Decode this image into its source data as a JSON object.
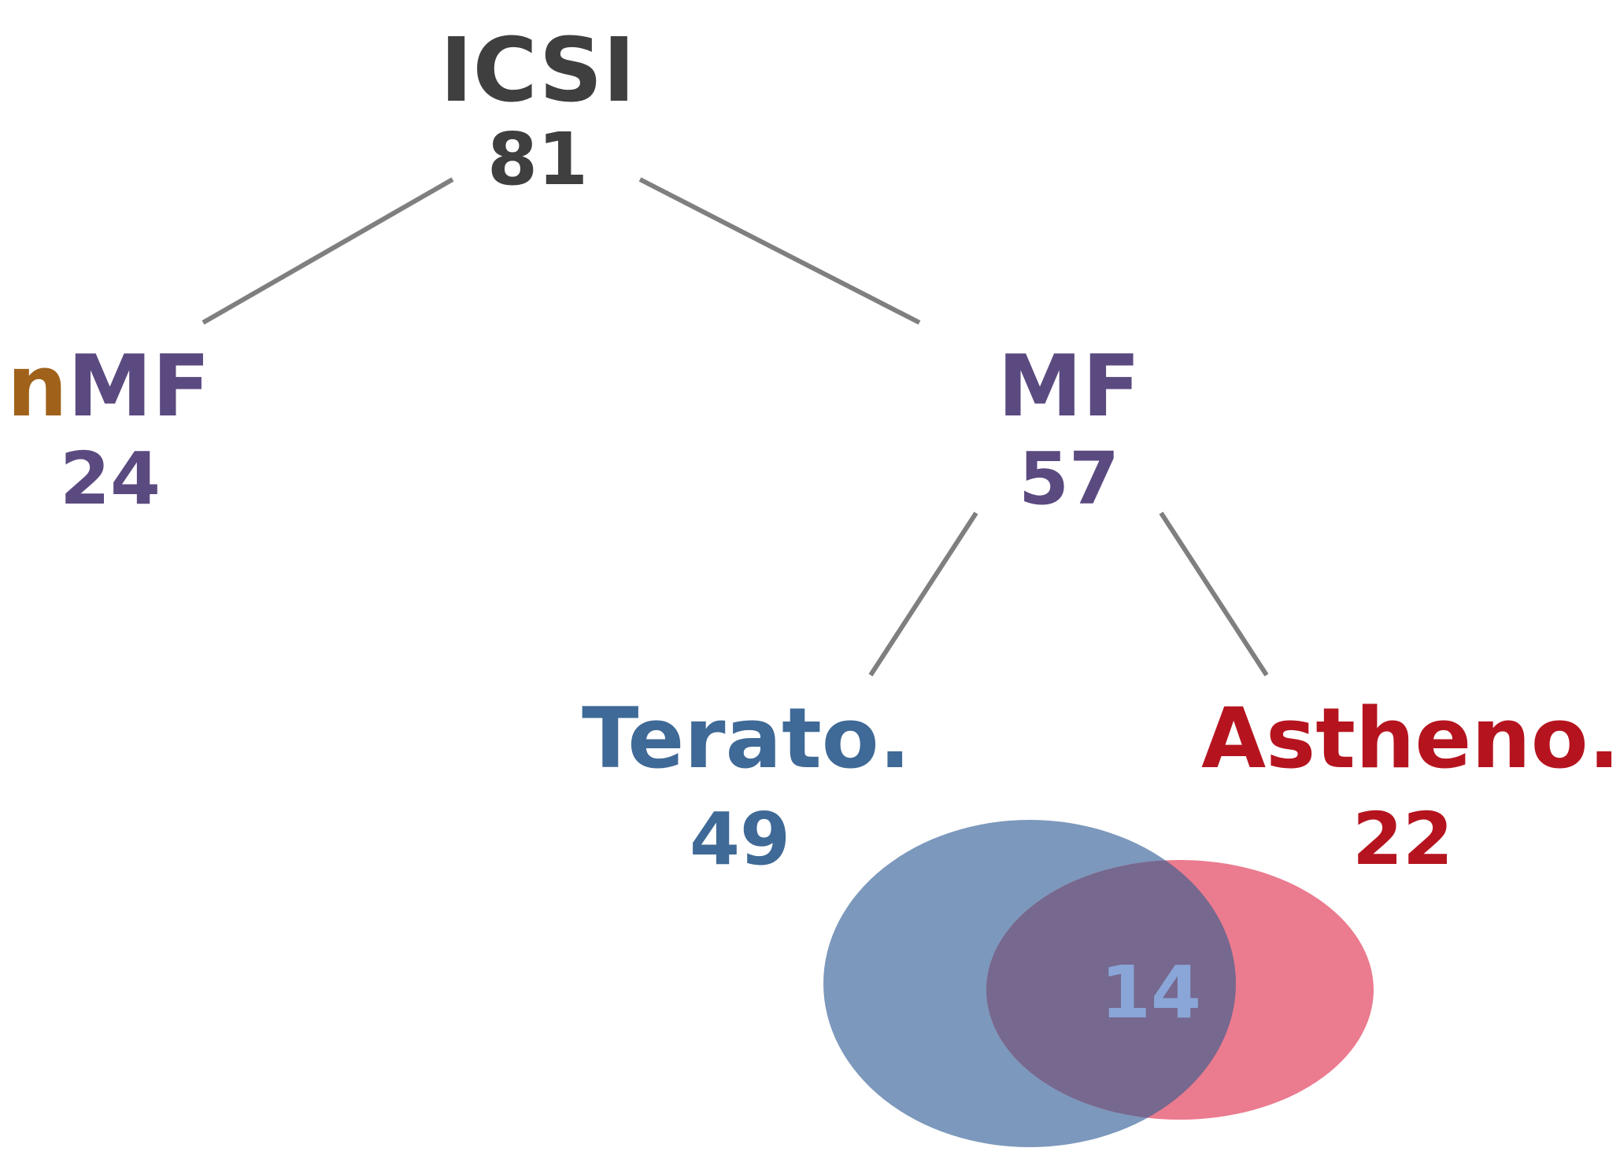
{
  "tree": {
    "root": {
      "label": "ICSI",
      "count": "81",
      "color": "#3f3f3f"
    },
    "nmf": {
      "prefix": "n",
      "label": "MF",
      "count": "24",
      "prefix_color": "#a0621a",
      "color": "#5b4a80"
    },
    "mf": {
      "label": "MF",
      "count": "57",
      "color": "#5b4a80"
    },
    "terato": {
      "label": "Terato.",
      "count": "49",
      "color": "#3f6996"
    },
    "astheno": {
      "label": "Astheno.",
      "count": "22",
      "color": "#b5141f"
    }
  },
  "venn": {
    "overlap_count": "14",
    "overlap_text_color": "#8aa6d8",
    "set_a_color": "#6a8ab3",
    "set_b_color": "#e8647b",
    "edge_color": "#7f7f7f"
  }
}
